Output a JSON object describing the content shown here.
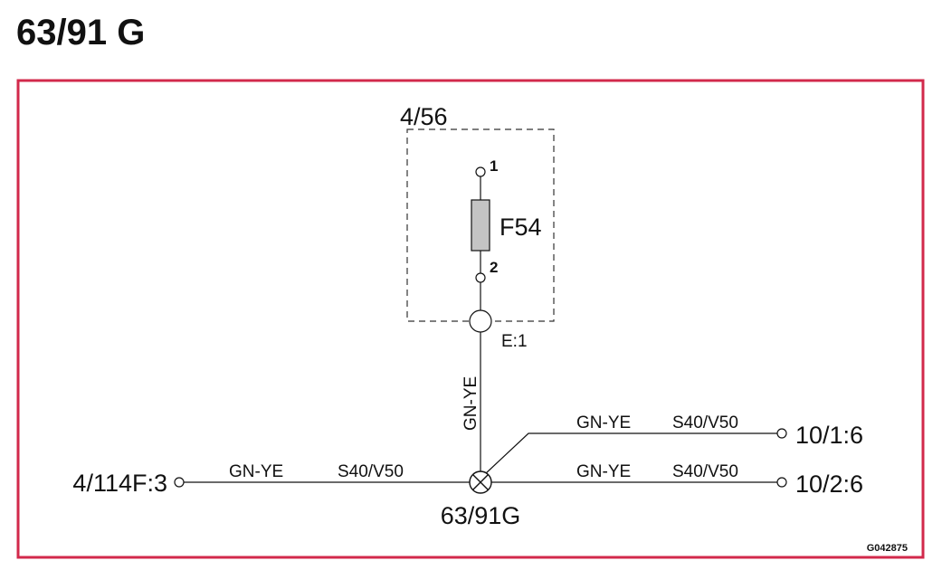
{
  "title": "63/91 G",
  "colors": {
    "frame": "#d2294b",
    "fuse_fill": "#c4c4c4",
    "line": "#111111"
  },
  "component_box": {
    "label": "4/56",
    "fuse": {
      "label": "F54",
      "pin_top": "1",
      "pin_bottom": "2"
    },
    "connector_label": "E:1"
  },
  "wires": {
    "vertical": {
      "color": "GN-YE"
    },
    "left": {
      "color": "GN-YE",
      "code": "S40/V50"
    },
    "right_upper": {
      "color": "GN-YE",
      "code": "S40/V50"
    },
    "right_lower": {
      "color": "GN-YE",
      "code": "S40/V50"
    }
  },
  "terminals": {
    "left": "4/114F:3",
    "right_upper": "10/1:6",
    "right_lower": "10/2:6"
  },
  "splice": {
    "label": "63/91G"
  },
  "drawing_code": "G042875"
}
